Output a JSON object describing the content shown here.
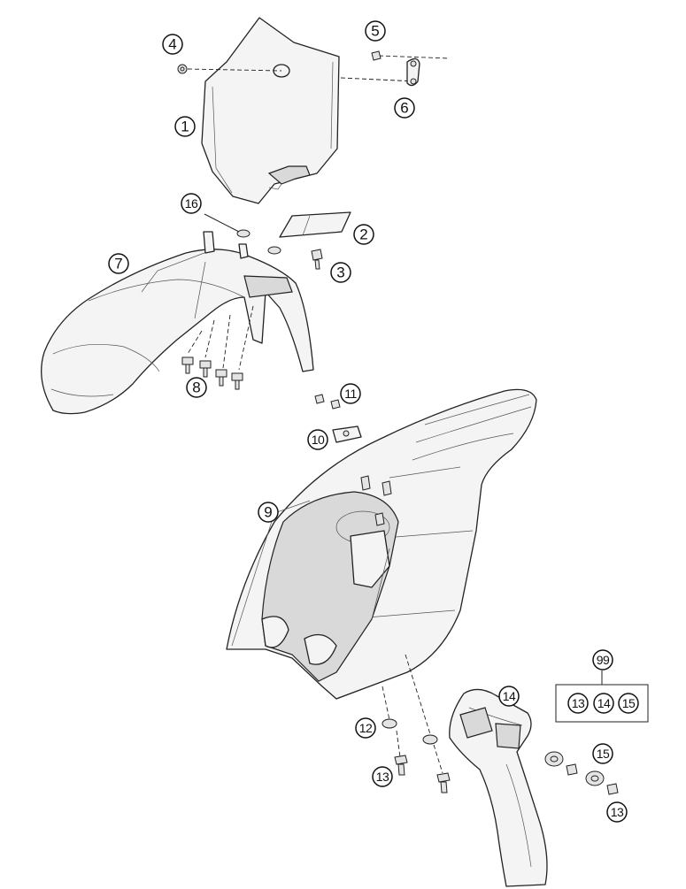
{
  "callouts": {
    "c1": "1",
    "c2": "2",
    "c3": "3",
    "c4": "4",
    "c5": "5",
    "c6": "6",
    "c7": "7",
    "c8": "8",
    "c9": "9",
    "c10": "10",
    "c11": "11",
    "c12": "12",
    "c13a": "13",
    "c13b": "13",
    "c14": "14",
    "c15": "15",
    "c16": "16",
    "c99": "99"
  },
  "kit": {
    "items": [
      "13",
      "14",
      "15"
    ]
  }
}
